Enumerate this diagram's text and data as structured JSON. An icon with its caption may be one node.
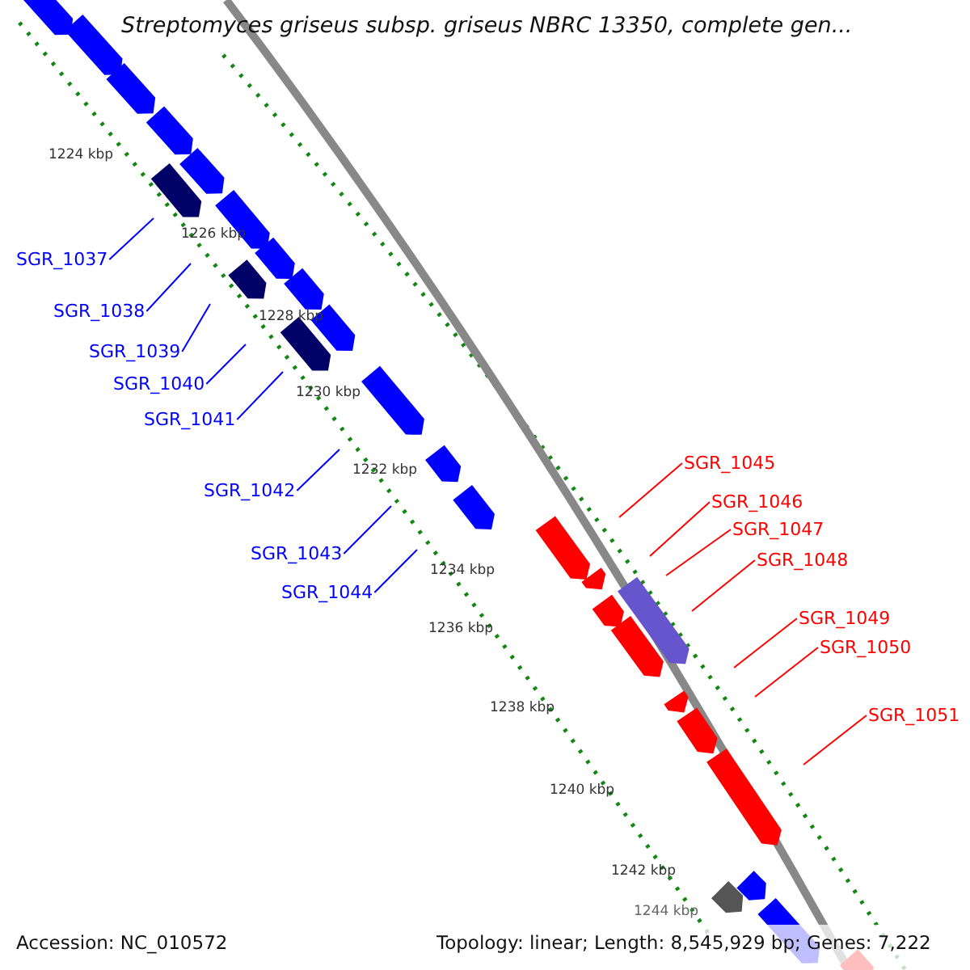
{
  "diagram": {
    "title": "Streptomyces griseus subsp. griseus NBRC 13350, complete gen...",
    "nodes": [
      {
        "text": [
          "SGR_1037"
        ]
      },
      {
        "text": [
          "SGR_1038"
        ]
      },
      {
        "text": [
          "SGR_1039"
        ]
      },
      {
        "text": [
          "SGR_1040"
        ]
      },
      {
        "text": [
          "SGR_1041"
        ]
      },
      {
        "text": [
          "SGR_1042"
        ]
      },
      {
        "text": [
          "SGR_1043"
        ]
      },
      {
        "text": [
          "SGR_1044"
        ]
      },
      {
        "text": [
          "SGR_1045"
        ]
      },
      {
        "text": [
          "SGR_1046"
        ]
      },
      {
        "text": [
          "SGR_1047"
        ]
      },
      {
        "text": [
          "SGR_1048"
        ]
      },
      {
        "text": [
          "SGR_1049"
        ]
      },
      {
        "text": [
          "SGR_1050"
        ]
      },
      {
        "text": [
          "SGR_1051"
        ]
      }
    ],
    "edges": [
      {
        "from": 0,
        "to": null,
        "arrow": "none"
      },
      {
        "from": 1,
        "to": null,
        "arrow": "none"
      },
      {
        "from": 2,
        "to": null,
        "arrow": "none"
      },
      {
        "from": 3,
        "to": null,
        "arrow": "none"
      },
      {
        "from": 4,
        "to": null,
        "arrow": "none"
      },
      {
        "from": 5,
        "to": null,
        "arrow": "none"
      },
      {
        "from": 6,
        "to": null,
        "arrow": "none"
      },
      {
        "from": 7,
        "to": null,
        "arrow": "none"
      },
      {
        "from": 8,
        "to": null,
        "arrow": "none",
        "color": "#ff0000"
      },
      {
        "from": 9,
        "to": null,
        "arrow": "none",
        "color": "#ff0000"
      },
      {
        "from": 10,
        "to": null,
        "arrow": "none",
        "color": "#ff0000"
      },
      {
        "from": 11,
        "to": null,
        "arrow": "none",
        "color": "#ff0000"
      },
      {
        "from": 12,
        "to": null,
        "arrow": "none",
        "color": "#ff0000"
      },
      {
        "from": 13,
        "to": null,
        "arrow": "none",
        "color": "#ff0000"
      },
      {
        "from": 14,
        "to": null,
        "arrow": "none",
        "color": "#ff0000"
      }
    ],
    "labels": [
      "1224 kbp",
      "1226 kbp",
      "1228 kbp",
      "1230 kbp",
      "1232 kbp",
      "1234 kbp",
      "1236 kbp",
      "1238 kbp",
      "1240 kbp",
      "1242 kbp",
      "1244 kbp",
      "Accession: NC_010572",
      "Topology: linear; Length: 8,545,929 bp; Genes: 7,222"
    ]
  }
}
